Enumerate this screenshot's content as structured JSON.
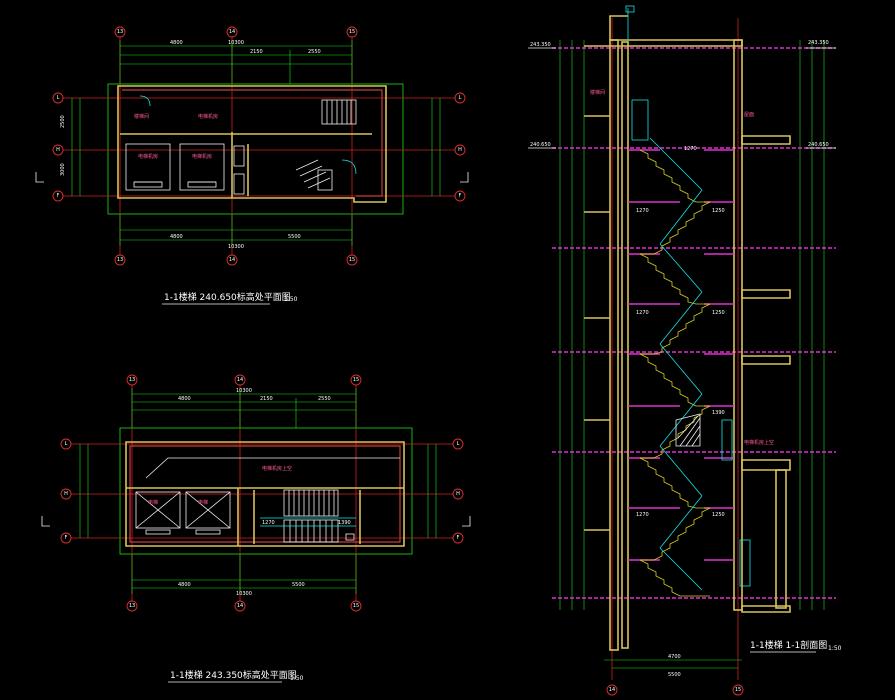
{
  "drawing": {
    "plan_top": {
      "title": "1-1楼梯 240.650标高处平面图",
      "scale": "1:50",
      "axes_top": [
        "13",
        "14",
        "15"
      ],
      "axes_left": [
        "L",
        "H",
        "F"
      ],
      "dims_top": [
        "4800",
        "2150",
        "2550"
      ],
      "dim_total": "10300",
      "dims_bottom": [
        "4800",
        "5500"
      ],
      "dims_left": [
        "2500",
        "3000"
      ],
      "room_label": "电梯机房"
    },
    "plan_bottom": {
      "title": "1-1楼梯 243.350标高处平面图",
      "scale": "1:50",
      "axes_top": [
        "13",
        "14",
        "15"
      ],
      "axes_left": [
        "L",
        "H",
        "F"
      ],
      "dims_top": [
        "4800",
        "2150",
        "2550"
      ],
      "dim_total": "10300",
      "dims_bottom": [
        "4800",
        "5500"
      ],
      "room_label": "电梯机房上空",
      "stair_dims": [
        "1270",
        "1390"
      ]
    },
    "section": {
      "title": "1-1楼梯 1-1剖面图",
      "scale": "1:50",
      "axes_bottom": [
        "14",
        "15"
      ],
      "dims_bottom": [
        "4700",
        "5500"
      ],
      "level_top": "243.350",
      "level_mid": "240.650",
      "tags": [
        "1270",
        "1250",
        "1390"
      ],
      "notes": [
        "楼梯间",
        "屋面",
        "电梯机房上空"
      ]
    }
  }
}
